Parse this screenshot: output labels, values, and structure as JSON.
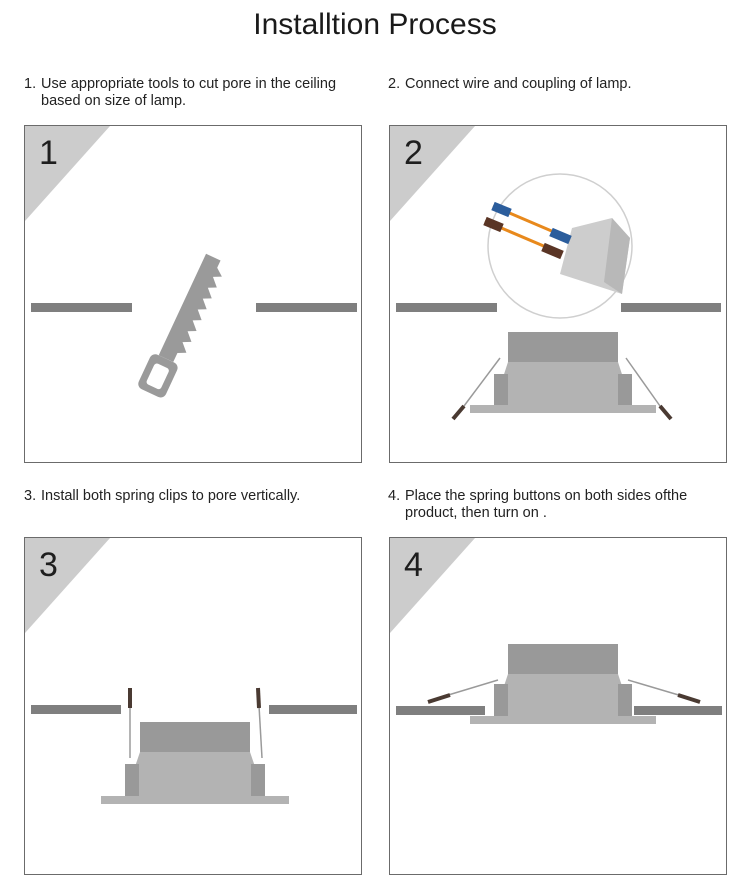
{
  "page": {
    "title": "Installtion Process"
  },
  "steps": [
    {
      "number": "1",
      "num_label": "1.",
      "caption": "Use appropriate tools to cut pore in the ceiling based on size of lamp."
    },
    {
      "number": "2",
      "num_label": "2.",
      "caption": "Connect wire and coupling of lamp."
    },
    {
      "number": "3",
      "num_label": "3.",
      "caption": "Install both spring clips to pore vertically."
    },
    {
      "number": "4",
      "num_label": "4.",
      "caption": "Place the spring buttons on both sides ofthe product, then turn on ."
    }
  ],
  "icons": [
    "saw-icon",
    "wire-connector-icon",
    "lamp-icon",
    "spring-clip-icon"
  ],
  "colors": {
    "ceiling": "#7f7f7f",
    "lamp_top": "#999999",
    "lamp_body": "#b3b3b3",
    "corner": "#cccccc",
    "wire_blue": "#2b5d9c",
    "wire_brown": "#5a3525",
    "wire_orange": "#e8891c",
    "clip_handle": "#4a3a32"
  }
}
